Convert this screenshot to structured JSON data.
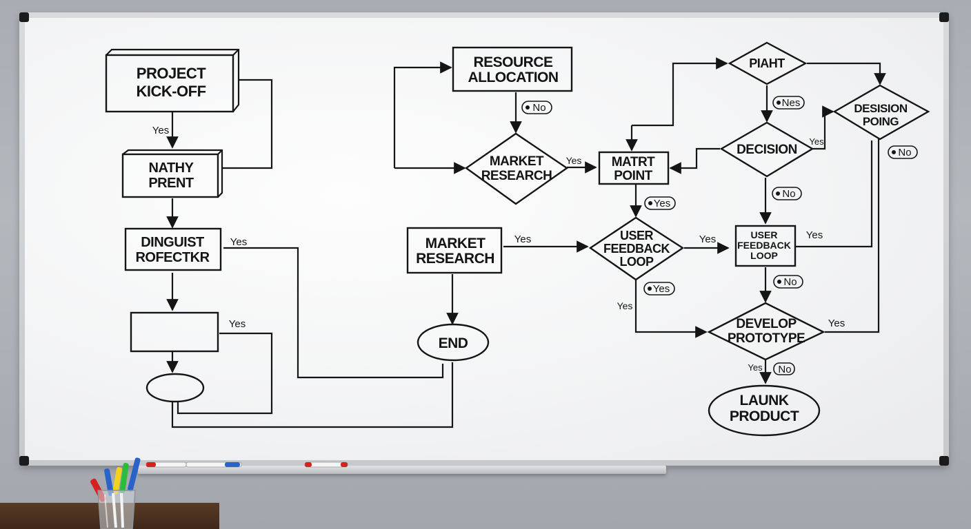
{
  "nodes": {
    "project_kickoff": [
      "PROJECT",
      "KICK-OFF"
    ],
    "nathy_prent": [
      "NATHY",
      "PRENT"
    ],
    "dinguist": [
      "DINGUIST",
      "ROFECTKR"
    ],
    "market_research_diamond": [
      "MARKET",
      "RESEARCH"
    ],
    "resource_allocation": [
      "RESOURCE",
      "ALLOCATION"
    ],
    "market_research_box": [
      "MARKET",
      "RESEARCH"
    ],
    "end": "END",
    "matrt_point": [
      "MATRT",
      "POINT"
    ],
    "piaht": "PIAHT",
    "decision": "DECISION",
    "desision_poing": [
      "DESISION",
      "POING"
    ],
    "user_feedback_diamond": [
      "USER",
      "FEEDBACK",
      "LOOP"
    ],
    "user_feedback_box": [
      "USER",
      "FEEDBACK",
      "LOOP"
    ],
    "develop_prototype": [
      "DEVELOP",
      "PROTOTYPE"
    ],
    "launk_product": [
      "LAUNK",
      "PRODUCT"
    ]
  },
  "edge_labels": {
    "kickoff_yes": "Yes",
    "dinguist_yes": "Yes",
    "blank_yes": "Yes",
    "market_diamond_yes": "Yes",
    "market_box_yes": "Yes",
    "ufd_yes": "Yes",
    "ufd_left_yes": "Yes",
    "decision_yes": "Yes",
    "ufb_yes": "Yes",
    "develop_yes": "Yes",
    "develop_down_yes": "Yes"
  },
  "tags": {
    "resource_no": "No",
    "piaht_nes": "Nes",
    "desision_no": "No",
    "decision_no": "No",
    "matrt_yes": "Yes",
    "ufd_yes_tag": "Yes",
    "ufb_no": "No",
    "develop_no": "No"
  },
  "colors": {
    "ink": "#151515",
    "board": "#f6f7f8",
    "wall": "#adb1b6",
    "frame": "#d0d2d5"
  }
}
